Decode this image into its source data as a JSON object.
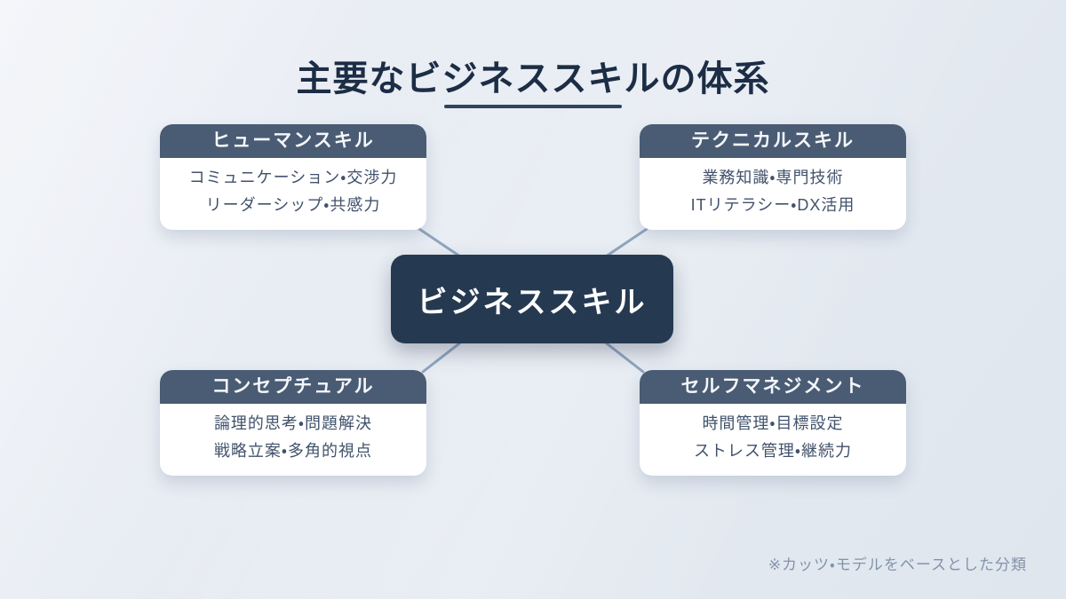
{
  "title": "主要なビジネススキルの体系",
  "center_node": {
    "label": "ビジネススキル"
  },
  "nodes": {
    "human": {
      "title": "ヒューマンスキル",
      "line1": "コミュニケーション・交渉力",
      "line2": "リーダーシップ・共感力"
    },
    "technical": {
      "title": "テクニカルスキル",
      "line1": "業務知識・専門技術",
      "line2": "ITリテラシー・DX活用"
    },
    "conceptual": {
      "title": "コンセプチュアル",
      "line1": "論理的思考・問題解決",
      "line2": "戦略立案・多角的視点"
    },
    "selfmgmt": {
      "title": "セルフマネジメント",
      "line1": "時間管理・目標設定",
      "line2": "ストレス管理・継続力"
    }
  },
  "footnote": "※カッツ・モデルをベースとした分類",
  "colors": {
    "navy": "#1c2d45",
    "node": "#253a51",
    "header": "#4a5c74",
    "body-text": "#41526b",
    "line": "#8fa5bf",
    "footnote": "#8493ab"
  }
}
